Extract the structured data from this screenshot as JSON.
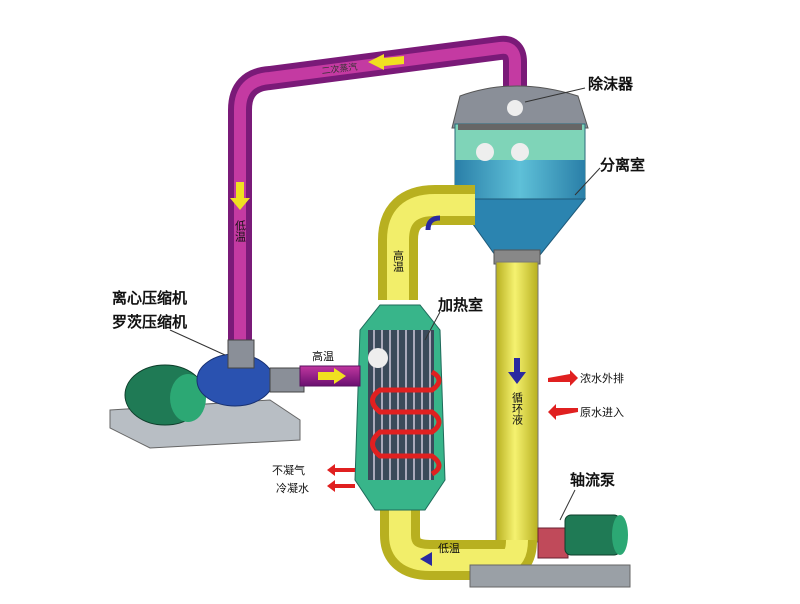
{
  "title": "MVR evaporator diagram",
  "labels": {
    "demister": "除沫器",
    "separator": "分离室",
    "centrifugal_compressor": "离心压缩机",
    "roots_compressor": "罗茨压缩机",
    "heating_chamber": "加热室",
    "axial_pump": "轴流泵",
    "secondary_steam": "二次蒸汽",
    "low_temp_top": "低温",
    "high_temp_outlet": "高温",
    "high_temp_riser": "高温",
    "low_temp_bottom": "低温",
    "circulating_liquid": "循环液",
    "concentrate_discharge": "浓水外排",
    "raw_water_inlet": "原水进入",
    "non_condensable_gas": "不凝气",
    "condensate": "冷凝水"
  },
  "colors": {
    "steam_pipe": "#a0238f",
    "liquid_pipe": "#e6e33a",
    "vessel": "#3aa9c9",
    "vessel_top": "#7ad0b0",
    "flow_arrow": "#e02020",
    "motor": "#2a9a6a"
  }
}
